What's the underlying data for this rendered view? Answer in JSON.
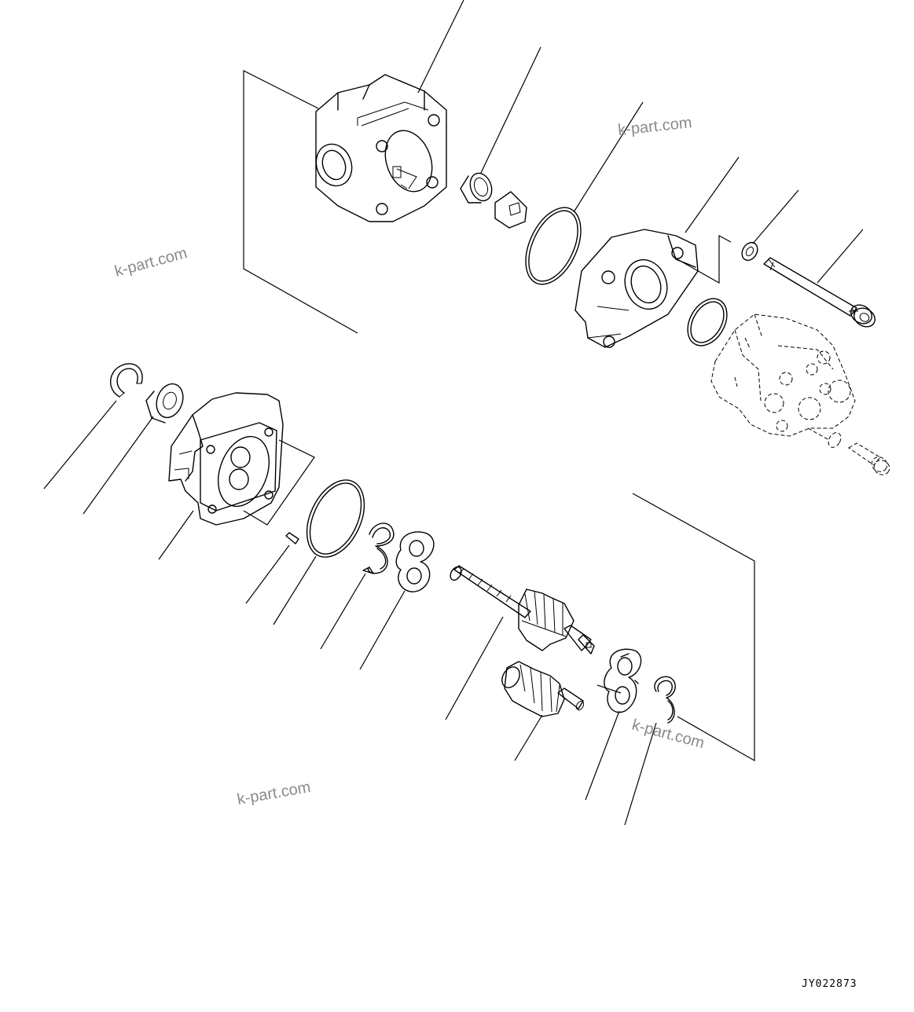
{
  "drawing_code": "JY022873",
  "watermarks": [
    "k-part.com",
    "k-part.com",
    "k-part.com",
    "k-part.com"
  ]
}
